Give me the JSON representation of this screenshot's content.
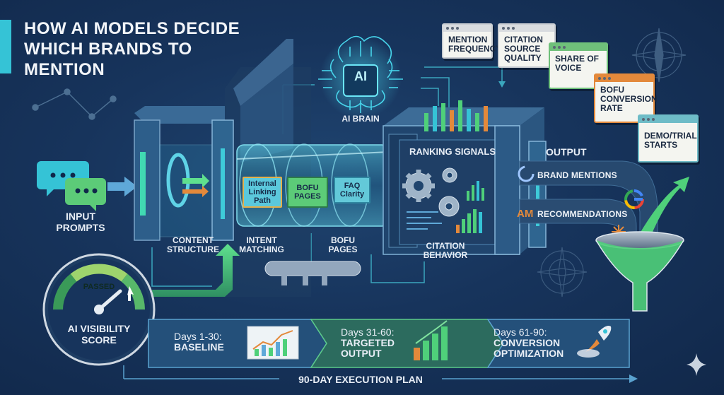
{
  "title": "HOW AI MODELS DECIDE WHICH BRANDS TO MENTION",
  "input_label": "INPUT PROMPTS",
  "ai_icon_text": "AI",
  "ai_brain_label": "AI BRAIN",
  "stages": {
    "content_structure": "CONTENT STRUCTURE",
    "intent_matching": "INTENT MATCHING",
    "bofu_pages": "BOFU PAGES"
  },
  "tube_panels": {
    "internal_linking": "Internal Linking Path",
    "bofu": "BOFU PAGES",
    "faq": "FAQ Clarity"
  },
  "ranking_signals": "RANKING SIGNALS",
  "citation_behavior": "CITATION BEHAVIOR",
  "output_label": "OUTPUT",
  "brand_mentions": "BRAND MENTIONS",
  "recommendations": "RECOMMENDATIONS",
  "metric_cards": [
    "MENTION FREQUENCY",
    "CITATION SOURCE QUALITY",
    "SHARE OF VOICE",
    "BOFU CONVERSION RATE",
    "DEMO/TRIAL STARTS"
  ],
  "gauge": {
    "status": "PASSED",
    "label": "AI VISIBILITY SCORE"
  },
  "plan": {
    "phases": [
      {
        "days": "Days 1-30:",
        "name": "BASELINE"
      },
      {
        "days": "Days 31-60:",
        "name": "TARGETED OUTPUT"
      },
      {
        "days": "Days 61-90:",
        "name": "CONVERSION OPTIMIZATION"
      }
    ],
    "label": "90-DAY EXECUTION PLAN"
  },
  "colors": {
    "accent_cyan": "#35c3d6",
    "accent_green": "#4fd07a",
    "accent_orange": "#e3893b",
    "background": "#17345c"
  },
  "icons": [
    "chat-bubbles-icon",
    "ai-chip-icon",
    "gear-icon",
    "funnel-icon",
    "google-icon",
    "rocket-icon",
    "compass-icon",
    "sparkle-icon"
  ]
}
